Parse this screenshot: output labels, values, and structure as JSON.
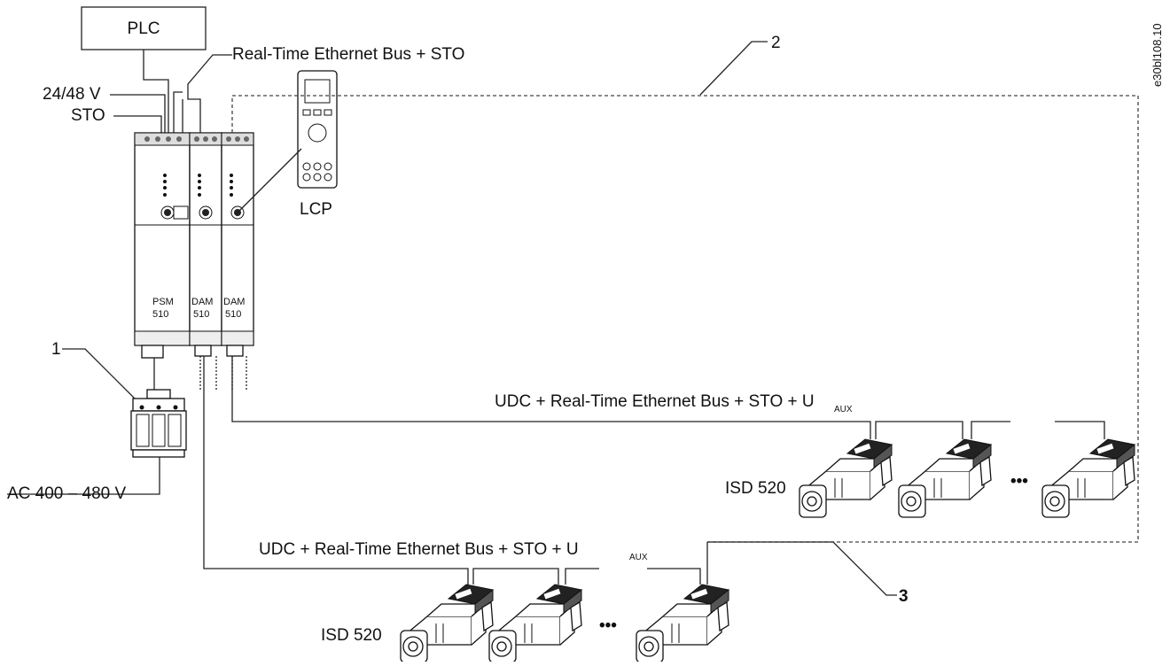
{
  "labels": {
    "plc": "PLC",
    "bus_top": "Real-Time Ethernet Bus + STO",
    "v_supply": "24/48 V",
    "sto": "STO",
    "lcp": "LCP",
    "psm_name": "PSM",
    "psm_num": "510",
    "dam1_name": "DAM",
    "dam1_num": "510",
    "dam2_name": "DAM",
    "dam2_num": "510",
    "callout_1": "1",
    "callout_2": "2",
    "callout_3": "3",
    "ac_supply": "AC 400 – 480 V",
    "udc_bus_upper": "UDC + Real-Time Ethernet Bus + STO + U",
    "udc_bus_upper_sub": "AUX",
    "udc_bus_lower": "UDC + Real-Time Ethernet Bus + STO + U",
    "udc_bus_lower_sub": "AUX",
    "isd_upper": "ISD 520",
    "isd_lower": "ISD 520",
    "ellipsis_upper": "•••",
    "ellipsis_lower": "•••",
    "figure_id": "e30bl108.10"
  }
}
